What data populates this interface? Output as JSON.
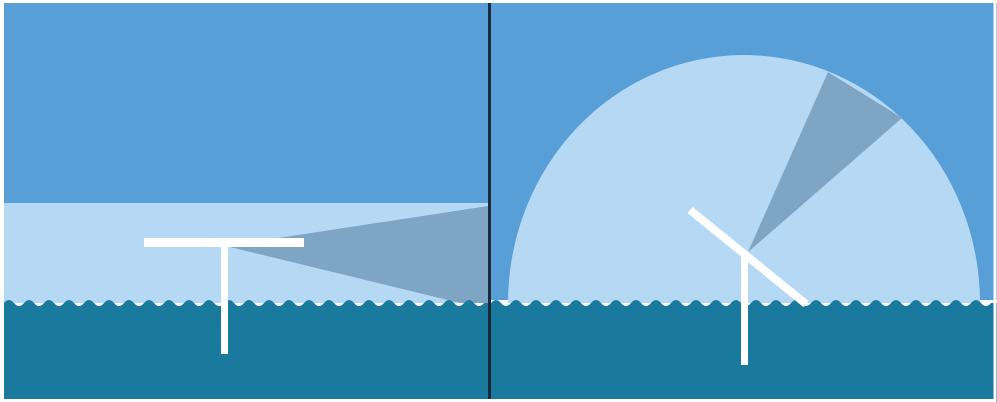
{
  "colors": {
    "sky": "#579fd6",
    "coverage": "#b5d9f5",
    "beam": "#7fa5c4",
    "water": "#1a7a9e",
    "mast": "#ffffff",
    "divider": "#1b2a3a",
    "frame": "#ffffff"
  },
  "panels": [
    {
      "name": "fixed-horizontal-scan",
      "mast_icon": "t-shaped-mast-icon",
      "coverage_shape": "horizontal-band",
      "beam_shape": "wedge-pointing-right"
    },
    {
      "name": "rotating-tilted-scan",
      "mast_icon": "tilted-mast-icon",
      "coverage_shape": "semicircle",
      "beam_shape": "wedge-pointing-up-right"
    }
  ]
}
